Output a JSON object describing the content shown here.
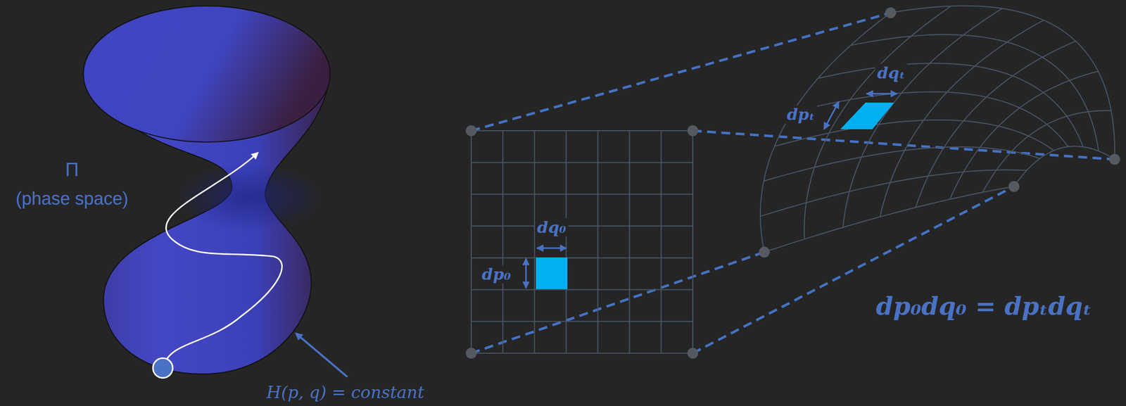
{
  "diagram": {
    "labels": [
      "Π",
      "(phase space)",
      "H(p, q) = constant",
      "dq₀",
      "dp₀",
      "dqₜ",
      "dpₜ",
      "dp₀dq₀ = dpₜdqₜ"
    ]
  }
}
